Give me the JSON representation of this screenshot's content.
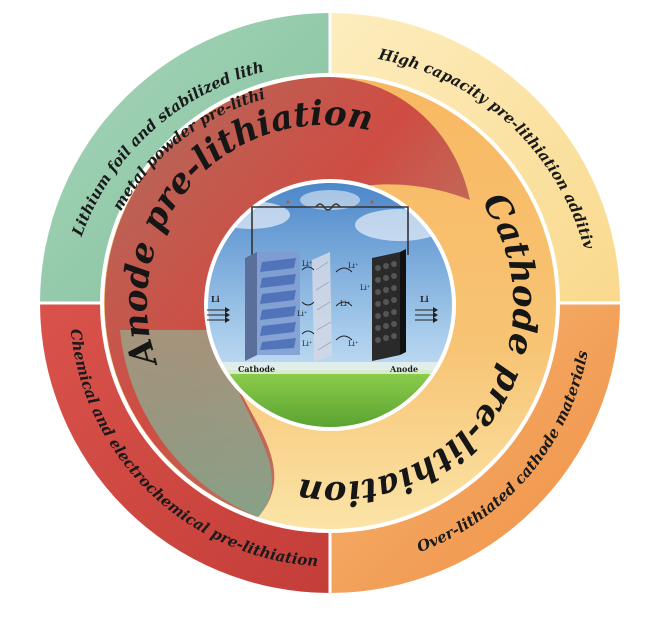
{
  "quadrants": {
    "top_left": "Lithium foil and stabilized lithium metal powder pre-lithiation",
    "top_left_line1": "Lithium foil and stabilized lithium",
    "top_left_line2": "metal powder pre-lithiation",
    "top_right": "High capacity pre-lithiation additives",
    "bottom_left": "Chemical and electrochemical pre-lithiation",
    "bottom_right": "Over-lithiated cathode materials"
  },
  "middle": {
    "anode": "Anode pre-lithiation",
    "cathode": "Cathode pre-lithiation"
  },
  "cell": {
    "cathode_label": "Cathode",
    "anode_label": "Anode",
    "li_left": "Li",
    "li_right": "Li",
    "ion": "Li⁺"
  },
  "colors": {
    "quad_top_left": "#9ccfb1",
    "quad_top_right": "#fbe3a4",
    "quad_bottom_left": "#d64a44",
    "quad_bottom_right": "#f4a05a",
    "anode_band": "#cd4a42",
    "cathode_band": "#f7b45f",
    "separator": "#ffffff"
  }
}
